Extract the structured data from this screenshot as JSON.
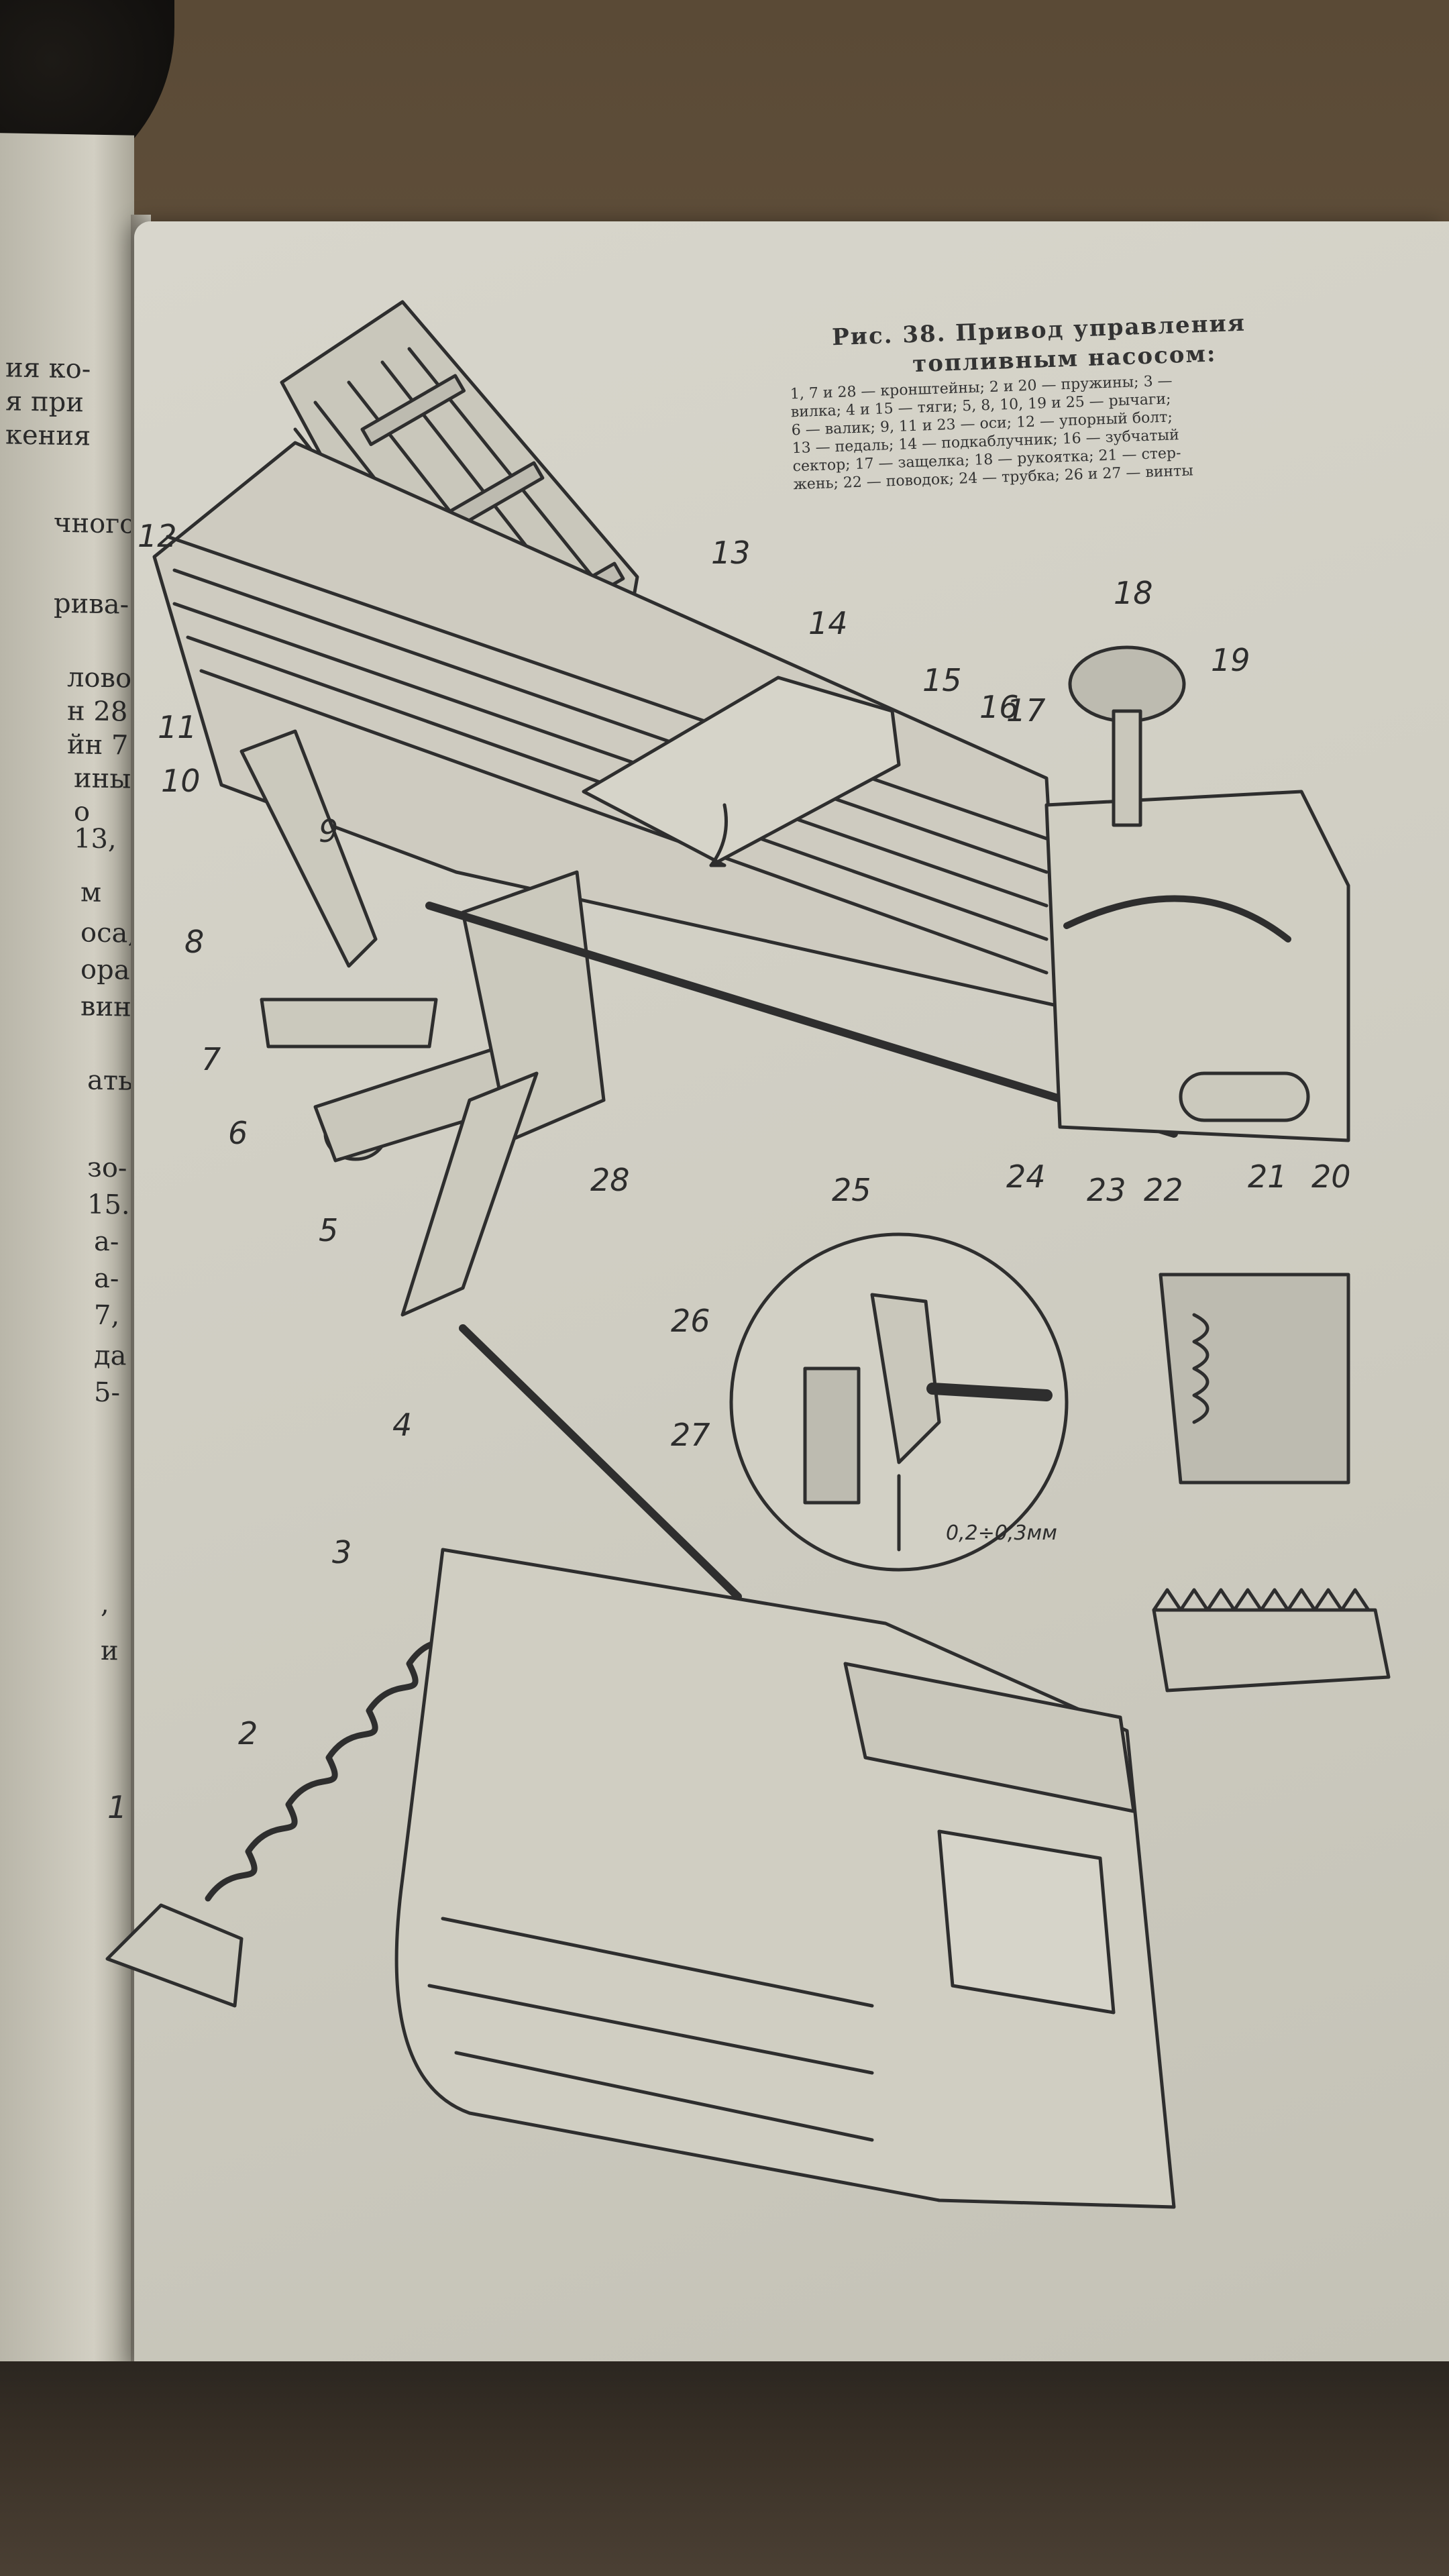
{
  "figure": {
    "title_line1": "Рис. 38. Привод управления",
    "title_line2": "топливным насосом:",
    "legend_lines": [
      "1, 7 и 28 — кронштейны; 2 и 20 — пружины; 3 —",
      "вилка; 4 и 15 — тяги; 5, 8, 10, 19 и 25 — рычаги;",
      "6 — валик; 9, 11 и 23 — оси; 12 — упорный болт;",
      "13 — педаль; 14 — подкаблучник; 16 — зубчатый",
      "сектор; 17 — защелка; 18 — рукоятка; 21 — стер-",
      "жень; 22 — поводок; 24 — трубка; 26 и 27 — винты"
    ],
    "gap_label": "0,2÷0,3мм",
    "callouts": {
      "n1": "1",
      "n2": "2",
      "n3": "3",
      "n4": "4",
      "n5": "5",
      "n6": "6",
      "n7": "7",
      "n8": "8",
      "n9": "9",
      "n10": "10",
      "n11": "11",
      "n12": "12",
      "n13": "13",
      "n14": "14",
      "n15": "15",
      "n16": "16",
      "n17": "17",
      "n18": "18",
      "n19": "19",
      "n20": "20",
      "n21": "21",
      "n22": "22",
      "n23": "23",
      "n24": "24",
      "n25": "25",
      "n26": "26",
      "n27": "27",
      "n28": "28"
    }
  },
  "left_page_fragments": [
    "ия ко-",
    "я при",
    "кения",
    "чного",
    "рива-",
    "лово-",
    "н 28",
    "йн 7",
    "ины.",
    "о 13,",
    "м",
    "оса,",
    "ора",
    "вин-",
    "ать",
    "зо-",
    "15.",
    "а-",
    "а-",
    "7,",
    "да",
    "5-",
    ",",
    "и"
  ]
}
